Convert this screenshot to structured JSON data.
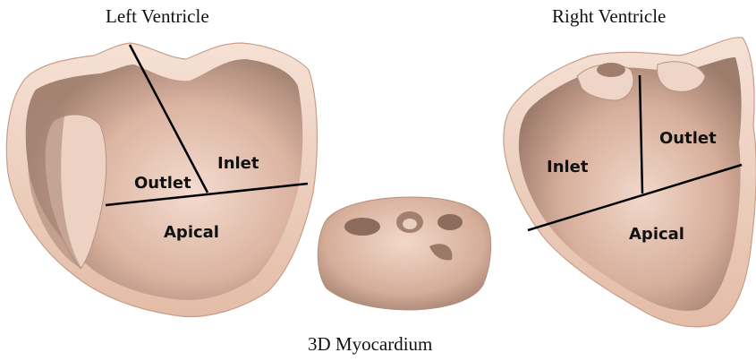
{
  "figure": {
    "left_title": "Left Ventricle",
    "right_title": "Right Ventricle",
    "bottom_title": "3D Myocardium"
  },
  "left_ventricle": {
    "regions": [
      "Inlet",
      "Outlet",
      "Apical"
    ]
  },
  "right_ventricle": {
    "regions": [
      "Inlet",
      "Outlet",
      "Apical"
    ]
  },
  "colors": {
    "tissue": "#e8c2ad",
    "tissue_shadow": "#a7877a",
    "tissue_highlight": "#f7e2d6",
    "divider_lines": "#000000"
  }
}
